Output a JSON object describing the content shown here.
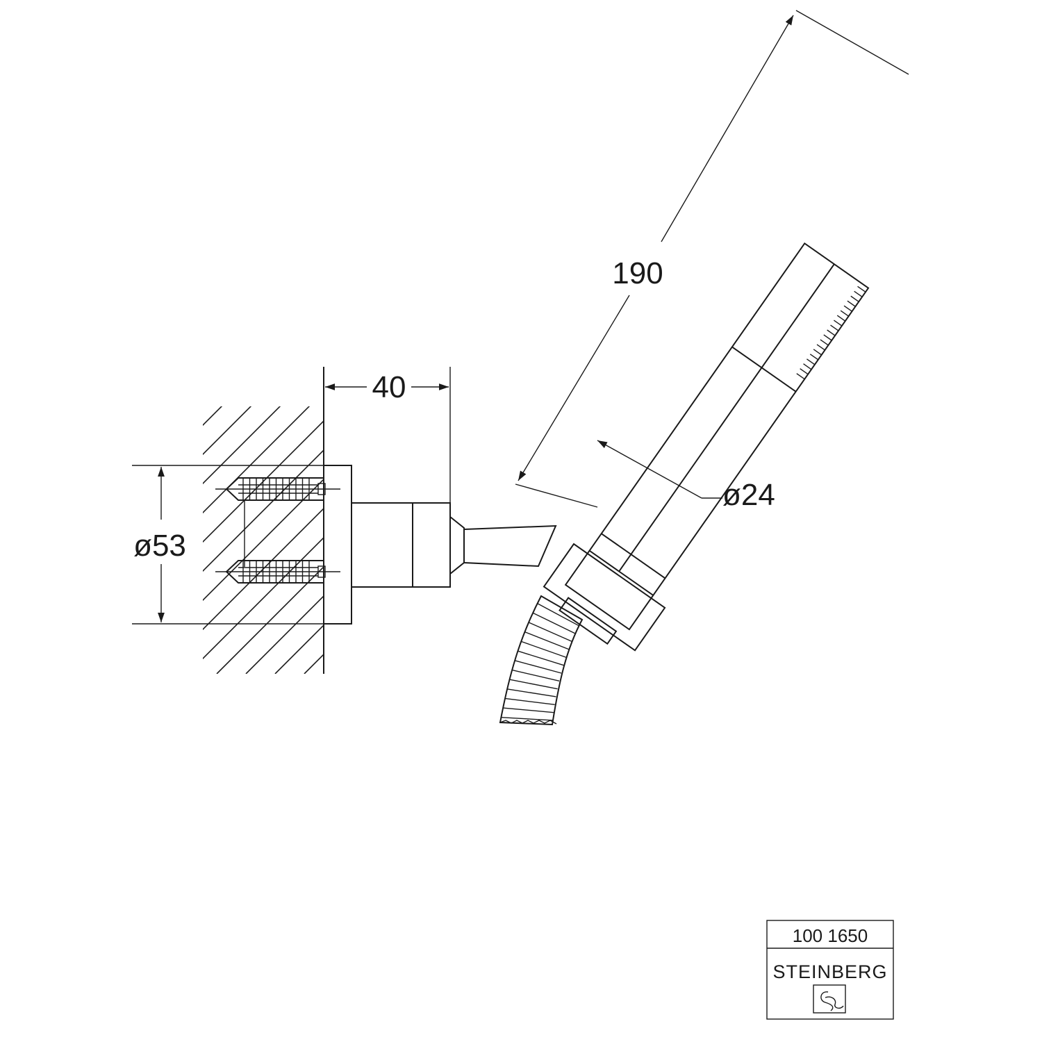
{
  "dimensions": {
    "length": "190",
    "projection": "40",
    "flange_diameter": "ø53",
    "handle_diameter": "ø24"
  },
  "title_block": {
    "article_number": "100 1650",
    "brand": "STEINBERG"
  },
  "colors": {
    "line": "#1a1a1a",
    "background": "#ffffff"
  }
}
